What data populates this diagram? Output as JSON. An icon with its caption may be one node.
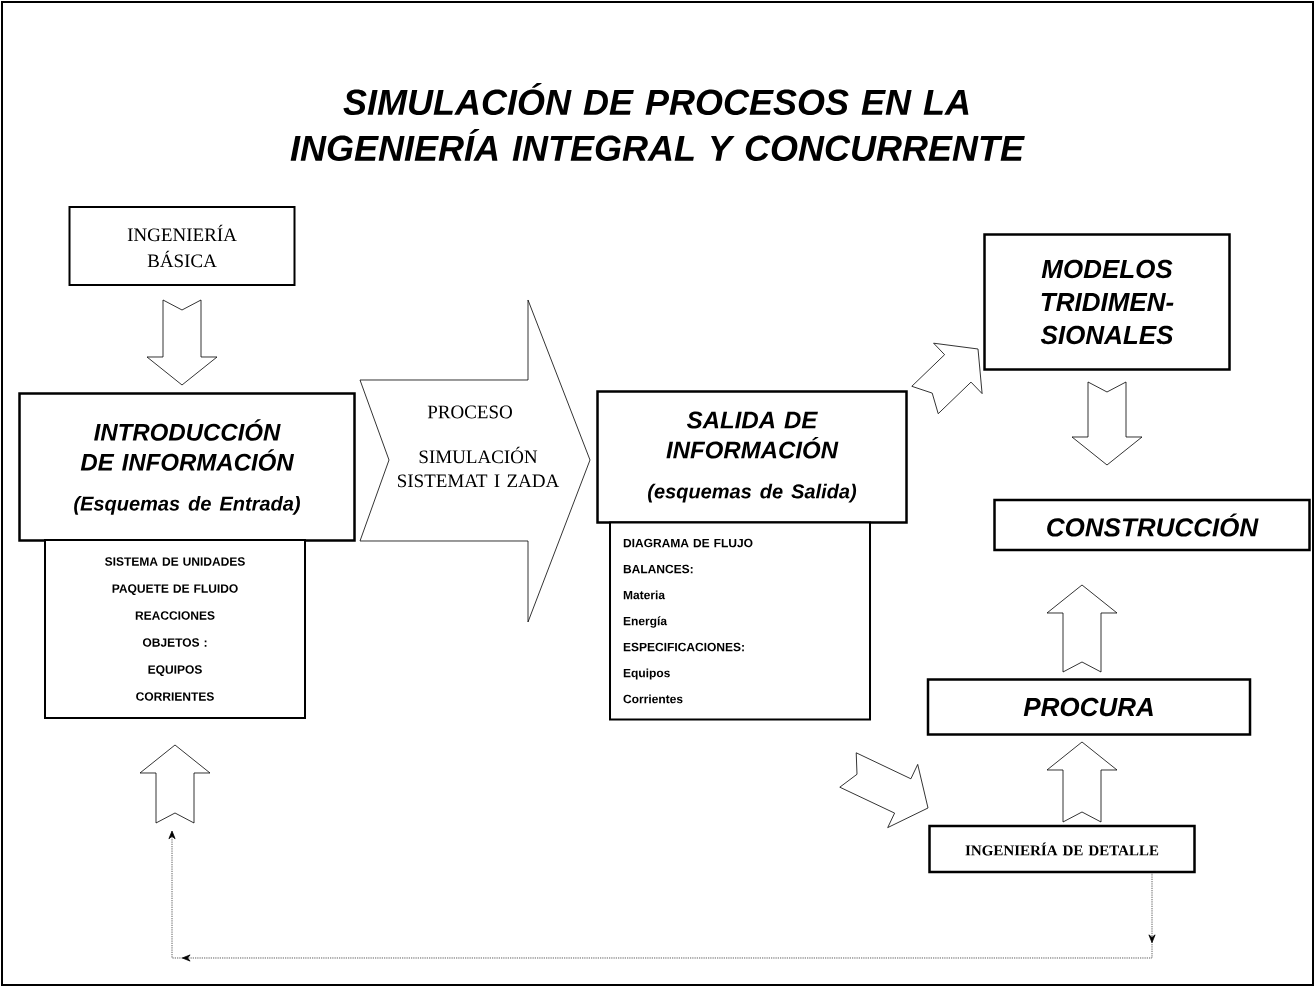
{
  "diagram": {
    "title": "SIMULACIÓN DE PROCESOS EN LA INGENIERÍA INTEGRAL Y CONCURRENTE",
    "nodes": [
      {
        "text": [
          "INGENIERÍA BÁSICA"
        ]
      },
      {
        "text": [
          "INTRODUCCIÓN DE INFORMACIÓN",
          "(Esquemas de Entrada)"
        ]
      },
      {
        "text": [
          "SISTEMA DE UNIDADES",
          "PAQUETE DE FLUIDO",
          "REACCIONES",
          "OBJETOS :",
          "EQUIPOS",
          "CORRIENTES"
        ]
      },
      {
        "text": [
          "SALIDA DE INFORMACIÓN",
          "(esquemas de Salida)"
        ]
      },
      {
        "text": [
          "DIAGRAMA DE FLUJO",
          "BALANCES:",
          "Materia",
          "Energía",
          "ESPECIFICACIONES:",
          "Equipos",
          "Corrientes"
        ]
      },
      {
        "text": [
          "MODELOS TRIDIMEN- SIONALES"
        ]
      },
      {
        "text": [
          "CONSTRUCCIÓN"
        ]
      },
      {
        "text": [
          "PROCURA"
        ]
      },
      {
        "text": [
          "INGENIERÍA DE DETALLE"
        ]
      }
    ],
    "edges": [
      {
        "from": 0,
        "to": 1,
        "arrow": "to"
      },
      {
        "from": 1,
        "to": 3,
        "arrow": "to",
        "label": "PROCESO"
      },
      {
        "from": 3,
        "to": 5,
        "arrow": "to"
      },
      {
        "from": 4,
        "to": 8,
        "arrow": "to"
      },
      {
        "from": 5,
        "to": 6,
        "arrow": "to"
      },
      {
        "from": 7,
        "to": 6,
        "arrow": "to"
      },
      {
        "from": 8,
        "to": 7,
        "arrow": "to"
      },
      {
        "from": null,
        "to": 2,
        "arrow": "to"
      },
      {
        "from": 8,
        "to": null,
        "arrow": "to",
        "style": "dashed"
      }
    ],
    "labels": [
      "SIMULACIÓN SISTEMAT I ZADA"
    ]
  }
}
